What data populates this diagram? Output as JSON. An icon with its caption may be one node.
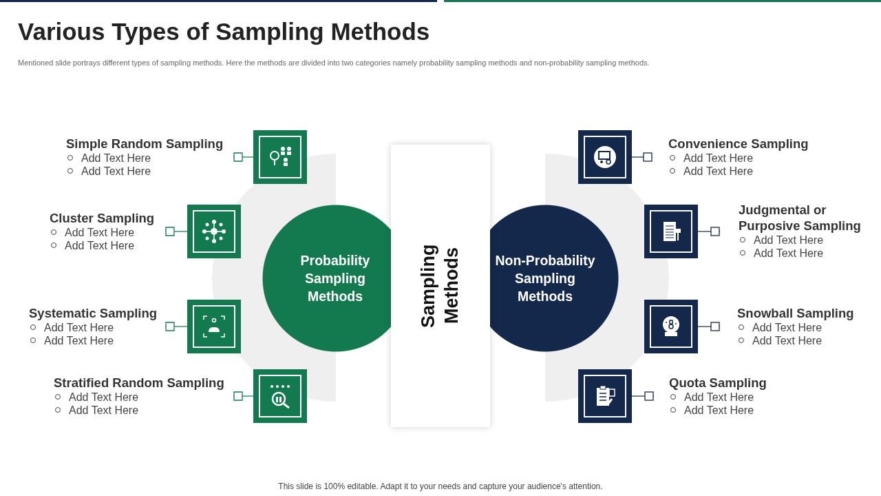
{
  "diagram": {
    "title": "Various Types of Sampling Methods",
    "nodes": [
      {
        "text": [
          "Sampling Methods"
        ]
      },
      {
        "text": [
          "Probability Sampling Methods"
        ]
      },
      {
        "text": [
          "Non-Probability Sampling Methods"
        ]
      },
      {
        "text": [
          "Simple Random Sampling",
          "Add Text Here",
          "Add Text Here"
        ]
      },
      {
        "text": [],
        "shape": "box"
      },
      {
        "text": [
          "Cluster Sampling",
          "Add Text Here",
          "Add Text Here"
        ]
      },
      {
        "text": [],
        "shape": "box"
      },
      {
        "text": [
          "Systematic Sampling",
          "Add Text Here",
          "Add Text Here"
        ]
      },
      {
        "text": [],
        "shape": "box"
      },
      {
        "text": [
          "Stratified Random Sampling",
          "Add Text Here",
          "Add Text Here"
        ]
      },
      {
        "text": [],
        "shape": "box"
      },
      {
        "text": [
          "Convenience Sampling",
          "Add Text Here",
          "Add Text Here"
        ]
      },
      {
        "text": [],
        "shape": "box"
      },
      {
        "text": [
          "Judgmental or Purposive Sampling",
          "Add Text Here",
          "Add Text Here"
        ]
      },
      {
        "text": [],
        "shape": "box"
      },
      {
        "text": [
          "Snowball Sampling",
          "Add Text Here",
          "Add Text Here"
        ]
      },
      {
        "text": [],
        "shape": "box"
      },
      {
        "text": [
          "Quota Sampling",
          "Add Text Here",
          "Add Text Here"
        ]
      },
      {
        "text": [],
        "shape": "box"
      }
    ],
    "edges": [
      {
        "from": 4,
        "to": 3,
        "arrow": "other",
        "color": "#137a4f"
      },
      {
        "from": 6,
        "to": 5,
        "arrow": "other",
        "color": "#137a4f"
      },
      {
        "from": 8,
        "to": 7,
        "arrow": "other",
        "color": "#137a4f"
      },
      {
        "from": 10,
        "to": 9,
        "arrow": "other",
        "color": "#137a4f"
      },
      {
        "from": 12,
        "to": 11,
        "arrow": "other",
        "color": "#14284b"
      },
      {
        "from": 14,
        "to": 13,
        "arrow": "other",
        "color": "#14284b"
      },
      {
        "from": 16,
        "to": 15,
        "arrow": "other",
        "color": "#14284b"
      },
      {
        "from": 18,
        "to": 17,
        "arrow": "other",
        "color": "#14284b"
      }
    ],
    "labels": [
      "Mentioned slide portrays different types of sampling methods. Here the methods are divided into two categories namely probability sampling methods and non-probability sampling methods.",
      "This slide is 100% editable. Adapt it to your needs and capture your audience's attention."
    ]
  }
}
